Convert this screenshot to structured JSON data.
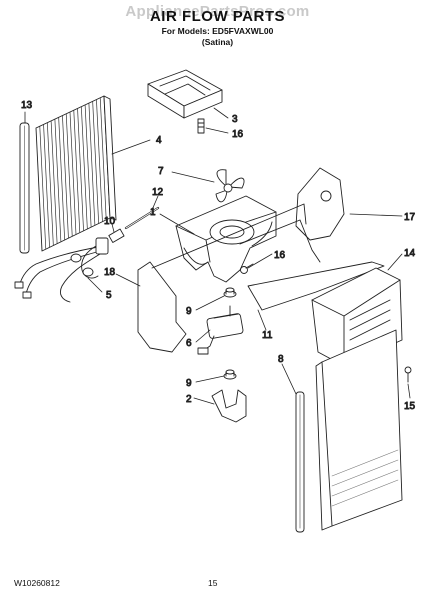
{
  "watermark": "AppliancePartsPros.com",
  "header": {
    "title": "AIR FLOW PARTS",
    "models": "For Models: ED5FVAXWL00",
    "finish": "(Satina)"
  },
  "footer": {
    "doc_number": "W10260812",
    "page_number": "15"
  },
  "callouts": [
    "13",
    "4",
    "3",
    "16",
    "7",
    "12",
    "1",
    "17",
    "10",
    "16",
    "14",
    "18",
    "5",
    "9",
    "11",
    "6",
    "8",
    "9",
    "2",
    "15"
  ]
}
